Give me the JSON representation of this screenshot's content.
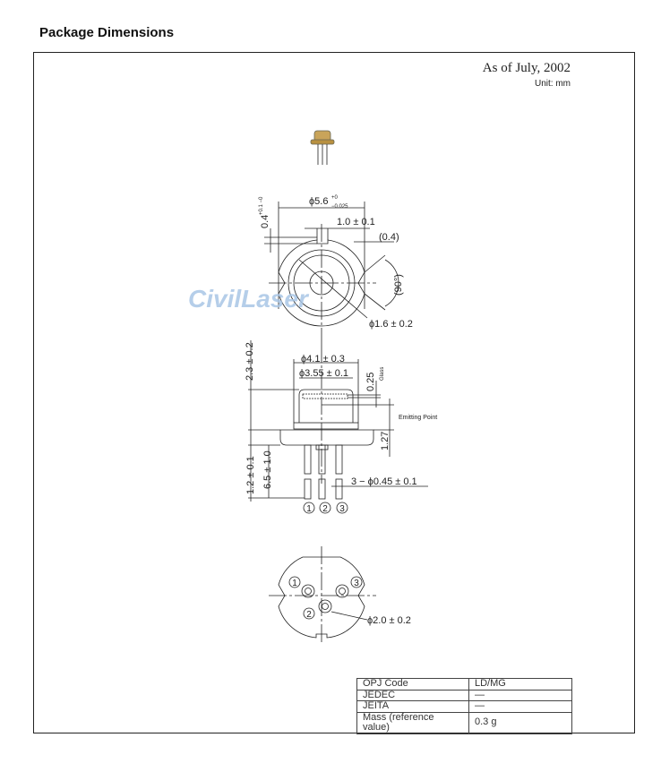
{
  "heading": "Package Dimensions",
  "date": "As of July, 2002",
  "unit": "Unit: mm",
  "watermark": "CivilLaser",
  "dims": {
    "dia56": "ϕ5.6",
    "dia56_tol_top": "+0",
    "dia56_tol_bot": "−0.025",
    "d04": "0.4",
    "d04_tol": "+0.1 −0",
    "w10": "1.0 ± 0.1",
    "p04": "(0.4)",
    "a90": "(90°)",
    "dia16": "ϕ1.6 ± 0.2",
    "h23": "2.3 ± 0.2",
    "dia41": "ϕ4.1 ± 0.3",
    "dia355": "ϕ3.55 ± 0.1",
    "g025": "0.25",
    "glass": "Glass",
    "emit": "Emitting Point",
    "h127": "1.27",
    "h12": "1.2 ± 0.1",
    "h65": "6.5 ± 1.0",
    "pins": "3 − ϕ0.45 ± 0.1",
    "dia20": "ϕ2.0 ± 0.2",
    "pin1": "1",
    "pin2": "2",
    "pin3": "3"
  },
  "table": [
    {
      "label": "OPJ Code",
      "value": "LD/MG"
    },
    {
      "label": "JEDEC",
      "value": "—"
    },
    {
      "label": "JEITA",
      "value": "—"
    },
    {
      "label": "Mass (reference value)",
      "value": "0.3 g"
    }
  ]
}
